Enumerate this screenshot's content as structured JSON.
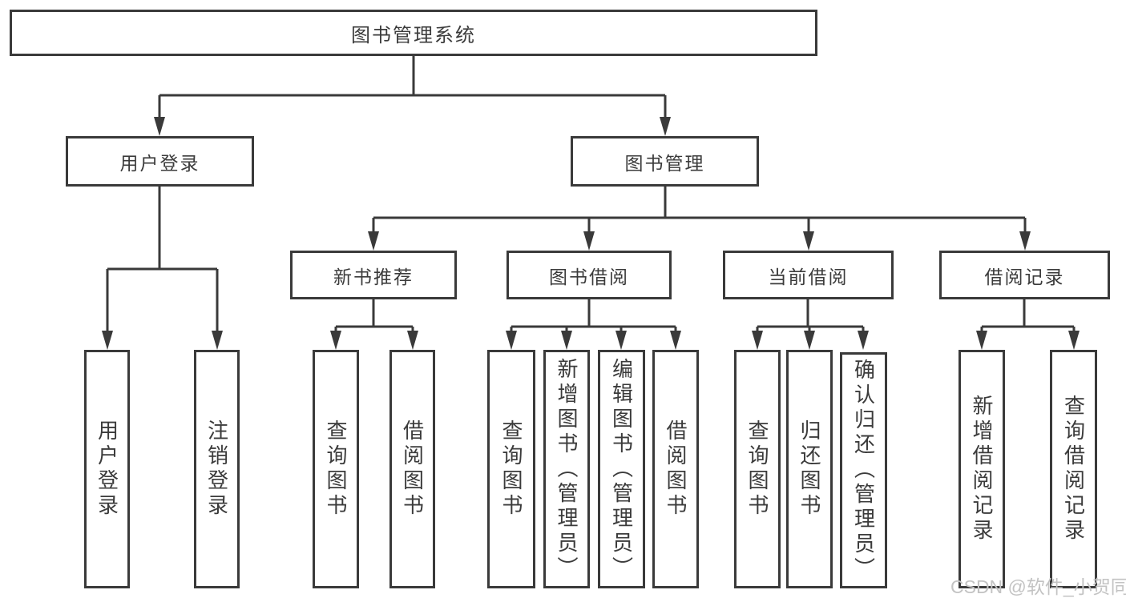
{
  "diagram": {
    "title": "图书管理系统",
    "watermark": "CSDN @软件_小贺同学",
    "colors": {
      "line": "#3a3a3a",
      "text": "#3b3b3b",
      "box_background": "#ffffff",
      "watermark": "#c3c3c3"
    },
    "nodes": {
      "root": "图书管理系统",
      "user_login_group": "用户登录",
      "book_management": "图书管理",
      "new_book_recommend": "新书推荐",
      "book_borrowing": "图书借阅",
      "current_borrowing": "当前借阅",
      "borrow_records": "借阅记录",
      "user_login": "用户登录",
      "logout_login": "注销登录",
      "rec_query_books": "查询图书",
      "rec_borrow_books": "借阅图书",
      "bb_query_books": "查询图书",
      "bb_add_books_admin": "新增图书（管理员）",
      "bb_edit_books_admin": "编辑图书（管理员）",
      "bb_borrow_books": "借阅图书",
      "cb_query_books": "查询图书",
      "cb_return_books": "归还图书",
      "cb_confirm_return_admin": "确认归还（管理员）",
      "br_add_record": "新增借阅记录",
      "br_query_record": "查询借阅记录"
    }
  }
}
